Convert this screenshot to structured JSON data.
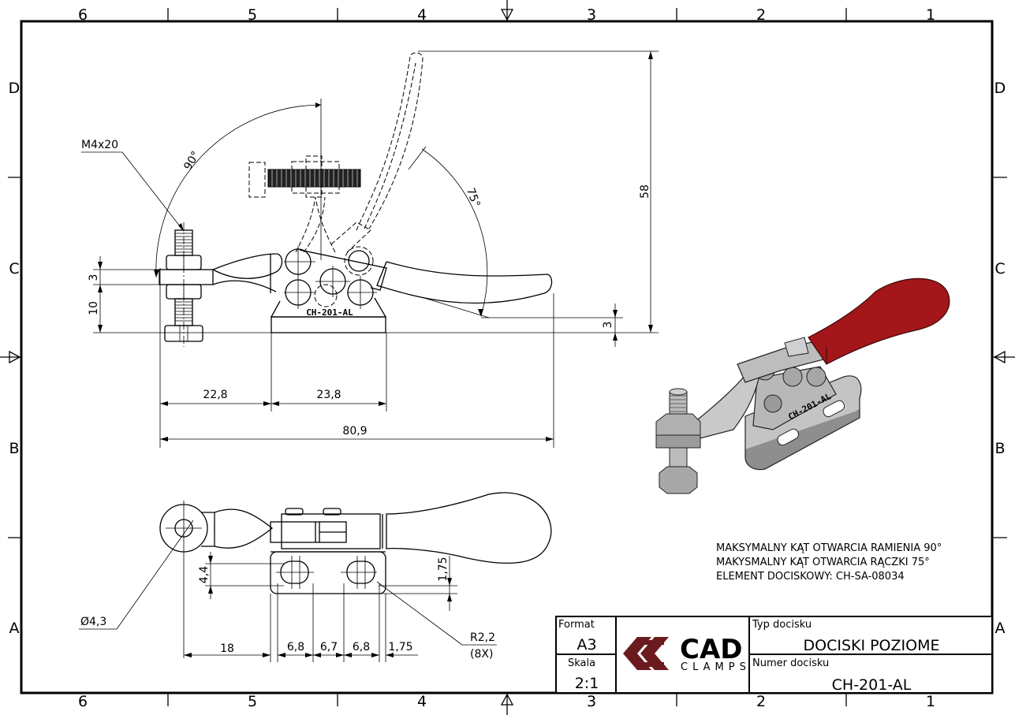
{
  "frame": {
    "columns_top": [
      "6",
      "5",
      "4",
      "3",
      "2",
      "1"
    ],
    "columns_bottom": [
      "6",
      "5",
      "4",
      "3",
      "2",
      "1"
    ],
    "rows_left": [
      "D",
      "C",
      "B",
      "A"
    ],
    "rows_right": [
      "D",
      "C",
      "B",
      "A"
    ]
  },
  "front_view": {
    "thread_callout": "M4x20",
    "arm_angle": "90°",
    "handle_angle": "75°",
    "part_engraving": "CH-201-AL",
    "dims": {
      "height_58": "58",
      "thickness_3": "3",
      "height_10": "10",
      "base_3": "3",
      "spindle_to_base": "22,8",
      "base_length": "23,8",
      "overall_length": "80,9"
    }
  },
  "top_view": {
    "hole_diameter": "Ø4,3",
    "radius_callout": "R2,2",
    "radius_count": "(8X)",
    "dims": {
      "slot_height": "4,4",
      "edge_offset_v": "1,75",
      "d18": "18",
      "d68a": "6,8",
      "d67": "6,7",
      "d68b": "6,8",
      "edge_offset_h": "1,75"
    }
  },
  "notes": [
    "MAKSYMALNY KĄT OTWARCIA RAMIENIA 90°",
    "MAKYSMALNY KĄT OTWARCIA RĄCZKI 75°",
    "ELEMENT DOCISKOWY: CH-SA-08034"
  ],
  "title_block": {
    "format_label": "Format",
    "format_value": "A3",
    "scale_label": "Skala",
    "scale_value": "2:1",
    "type_label": "Typ docisku",
    "type_value": "DOCISKI POZIOME",
    "number_label": "Numer docisku",
    "number_value": "CH-201-AL",
    "logo_main": "CAD",
    "logo_sub": "CLAMPS",
    "logo_color": "#6b1a1f"
  },
  "render_colors": {
    "handle_red": "#a3161a",
    "metal_grey": "#b5b5b5"
  }
}
